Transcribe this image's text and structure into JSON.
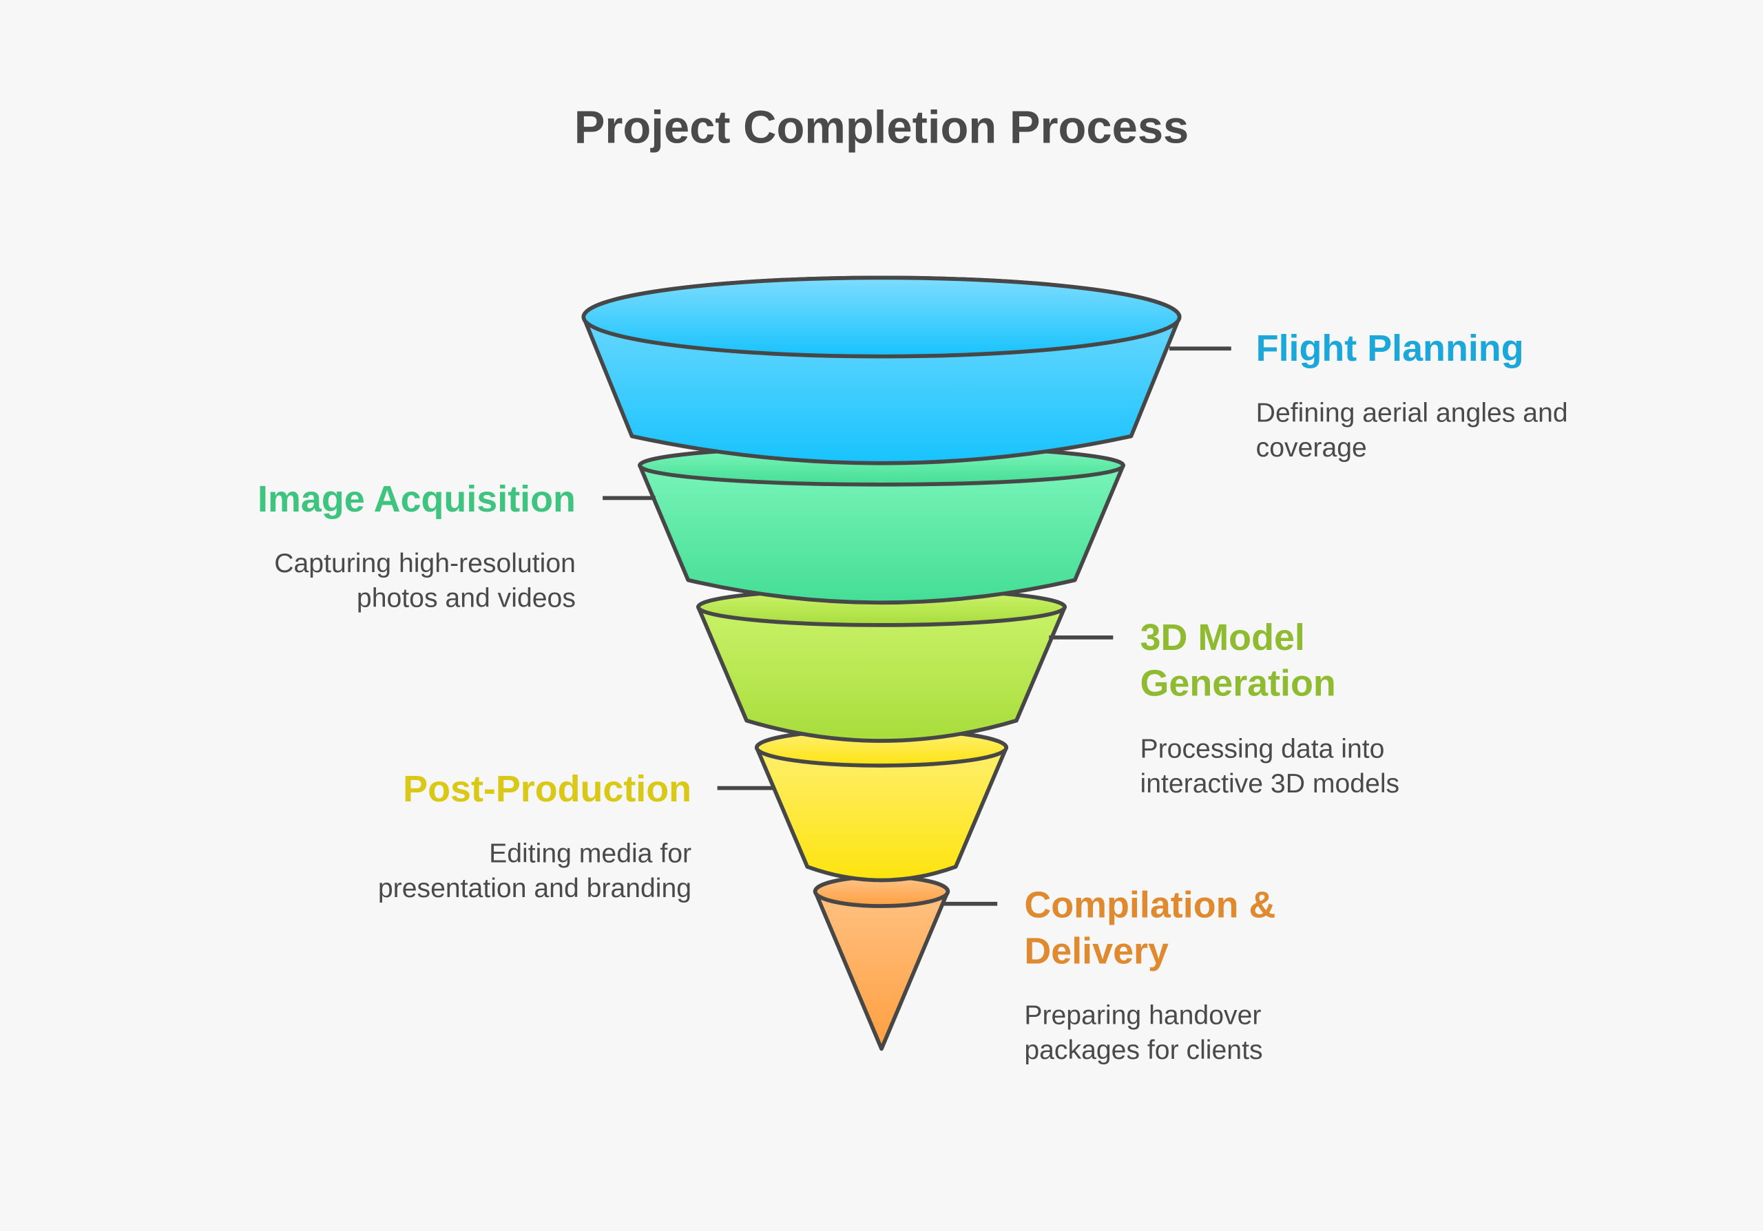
{
  "title": "Project Completion Process",
  "stages": [
    {
      "label": [
        "Flight Planning"
      ],
      "desc": [
        "Defining aerial angles and",
        "coverage"
      ],
      "color": "#1ba7d9",
      "fill_top": "#7ddcff",
      "fill_bottom": "#18c3fd"
    },
    {
      "label": [
        "Image Acquisition"
      ],
      "desc": [
        "Capturing high-resolution",
        "photos and videos"
      ],
      "color": "#3ec47e",
      "fill_top": "#7ff7bd",
      "fill_bottom": "#45de96"
    },
    {
      "label": [
        "3D Model",
        "Generation"
      ],
      "desc": [
        "Processing data into",
        "interactive 3D models"
      ],
      "color": "#8fbb30",
      "fill_top": "#cdf56e",
      "fill_bottom": "#a8dd3c"
    },
    {
      "label": [
        "Post-Production"
      ],
      "desc": [
        "Editing media for",
        "presentation and branding"
      ],
      "color": "#d9c816",
      "fill_top": "#fff07a",
      "fill_bottom": "#fde40e"
    },
    {
      "label": [
        "Compilation &",
        "Delivery"
      ],
      "desc": [
        "Preparing handover",
        "packages for clients"
      ],
      "color": "#e08a30",
      "fill_top": "#ffc488",
      "fill_bottom": "#ff9f40"
    }
  ]
}
